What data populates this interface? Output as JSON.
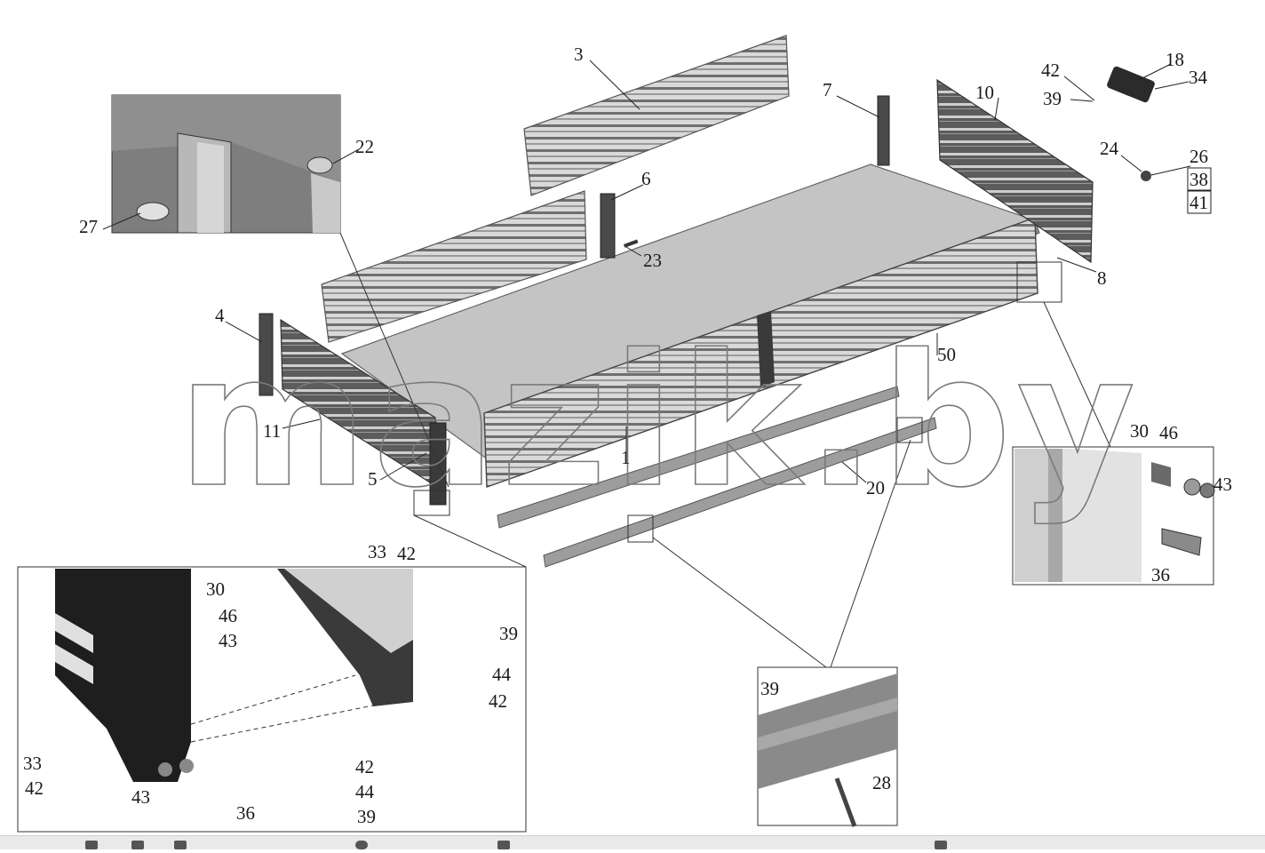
{
  "watermark": "mazik.by",
  "labels": [
    {
      "id": "l3",
      "text": "3"
    },
    {
      "id": "l7",
      "text": "7"
    },
    {
      "id": "l10",
      "text": "10"
    },
    {
      "id": "l42a",
      "text": "42"
    },
    {
      "id": "l39a",
      "text": "39"
    },
    {
      "id": "l18",
      "text": "18"
    },
    {
      "id": "l34",
      "text": "34"
    },
    {
      "id": "l22",
      "text": "22"
    },
    {
      "id": "l27",
      "text": "27"
    },
    {
      "id": "l24",
      "text": "24"
    },
    {
      "id": "l26",
      "text": "26"
    },
    {
      "id": "l38",
      "text": "38"
    },
    {
      "id": "l41",
      "text": "41"
    },
    {
      "id": "l6",
      "text": "6"
    },
    {
      "id": "l23",
      "text": "23"
    },
    {
      "id": "l8",
      "text": "8"
    },
    {
      "id": "l4",
      "text": "4"
    },
    {
      "id": "l50",
      "text": "50"
    },
    {
      "id": "l11",
      "text": "11"
    },
    {
      "id": "l1",
      "text": "1"
    },
    {
      "id": "l5",
      "text": "5"
    },
    {
      "id": "l20",
      "text": "20"
    },
    {
      "id": "l30a",
      "text": "30"
    },
    {
      "id": "l46a",
      "text": "46"
    },
    {
      "id": "l43a",
      "text": "43"
    },
    {
      "id": "l36a",
      "text": "36"
    },
    {
      "id": "l33a",
      "text": "33"
    },
    {
      "id": "l42b",
      "text": "42"
    },
    {
      "id": "l30b",
      "text": "30"
    },
    {
      "id": "l46b",
      "text": "46"
    },
    {
      "id": "l43b",
      "text": "43"
    },
    {
      "id": "l39b",
      "text": "39"
    },
    {
      "id": "l44a",
      "text": "44"
    },
    {
      "id": "l42c",
      "text": "42"
    },
    {
      "id": "l33b",
      "text": "33"
    },
    {
      "id": "l42d",
      "text": "42"
    },
    {
      "id": "l43c",
      "text": "43"
    },
    {
      "id": "l36b",
      "text": "36"
    },
    {
      "id": "l42e",
      "text": "42"
    },
    {
      "id": "l44b",
      "text": "44"
    },
    {
      "id": "l39c",
      "text": "39"
    },
    {
      "id": "l39d",
      "text": "39"
    },
    {
      "id": "l28",
      "text": "28"
    }
  ]
}
